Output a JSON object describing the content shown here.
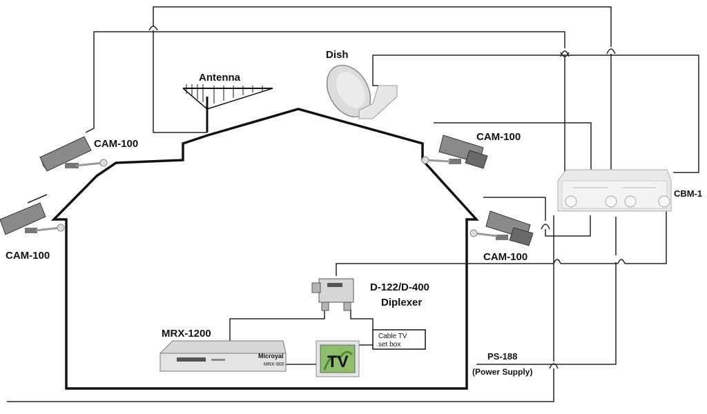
{
  "labels": {
    "antenna": "Antenna",
    "dish": "Dish",
    "cam_top_left": "CAM-100",
    "cam_left": "CAM-100",
    "cam_top_right": "CAM-100",
    "cam_right": "CAM-100",
    "cbm": "CBM-1",
    "diplexer_model": "D-122/D-400",
    "diplexer_name": "Diplexer",
    "receiver": "MRX-1200",
    "receiver_brand": "Microyal",
    "receiver_model": "MRX-900",
    "tv": "TV",
    "cable_box_line1": "Cable TV",
    "cable_box_line2": "set box",
    "power_model": "PS-188",
    "power_name": "(Power Supply)"
  },
  "colors": {
    "line": "#111111",
    "camera_body": "#8a8a8a",
    "device_light": "#e4e4e4",
    "dish": "#dcdcdc",
    "tv_screen": "#8fbf6a"
  }
}
